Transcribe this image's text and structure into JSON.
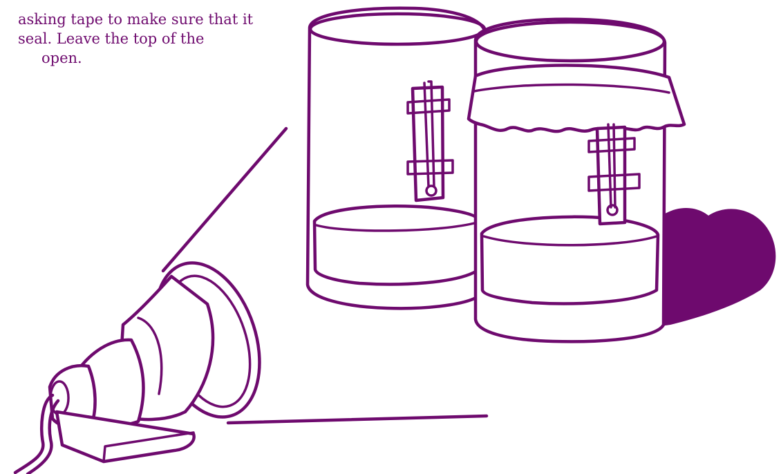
{
  "caption": {
    "line1": "asking tape to make sure that it",
    "line2": "seal. Leave the top of the",
    "line3": "open."
  },
  "colors": {
    "ink": "#6e0a6e",
    "background": "#ffffff"
  },
  "illustration": {
    "subjects": [
      "lamp-icon",
      "jar-icon",
      "thermometer-icon",
      "water-icon",
      "cloth-cover-icon",
      "shadow"
    ]
  }
}
